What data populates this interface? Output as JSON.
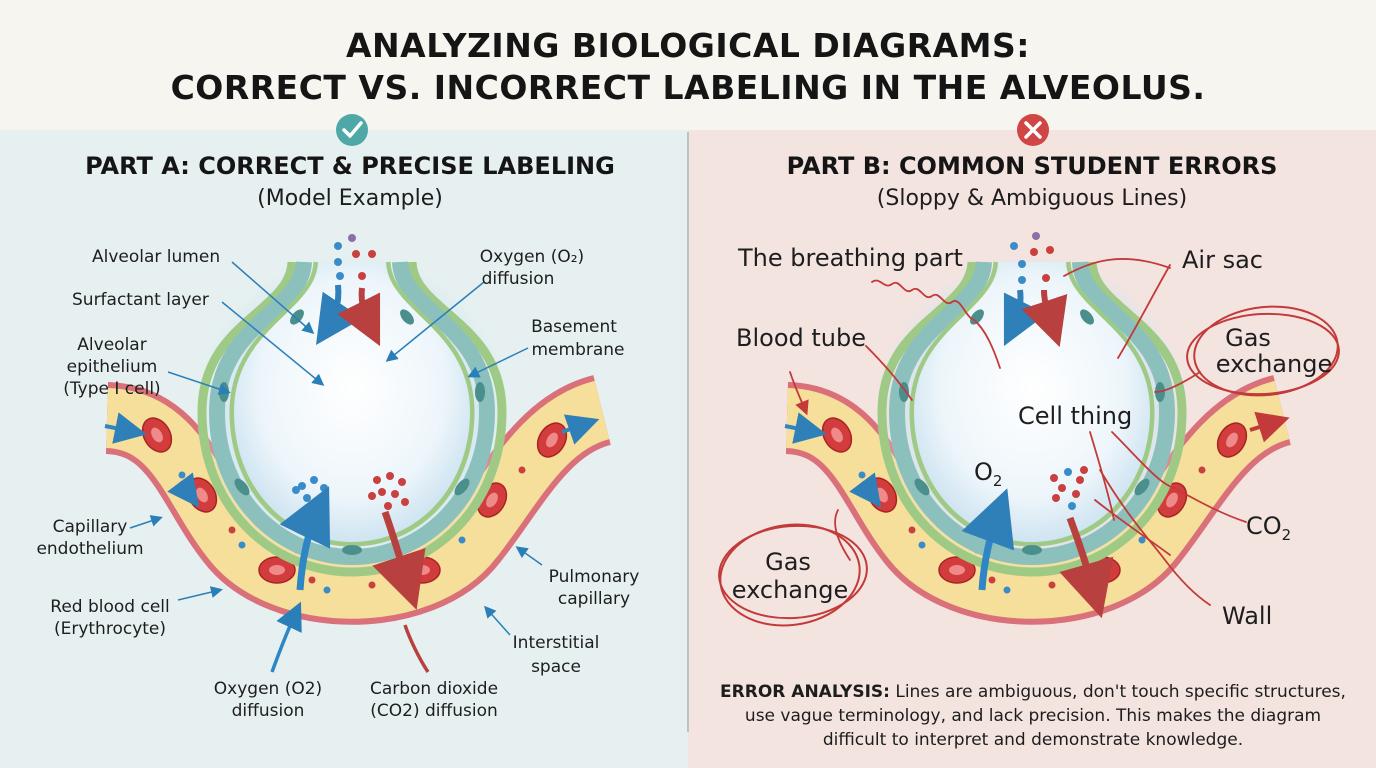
{
  "title": {
    "line1": "ANALYZING BIOLOGICAL DIAGRAMS:",
    "line2": "CORRECT VS. INCORRECT LABELING IN THE ALVEOLUS."
  },
  "colors": {
    "correct": "#3f9aa2",
    "incorrect": "#c8403f",
    "capillary_fill": "#f6df9a",
    "capillary_wall": "#d9707a",
    "epithelium_green": "#9fca85",
    "epithelium_teal": "#8cc0bc",
    "red_blood_cell": "#d23c3c",
    "oxygen_arrow": "#2f86c4",
    "co2_arrow": "#b8403f"
  },
  "panel_a": {
    "status_icon": "check-icon",
    "heading": "PART A: CORRECT & PRECISE LABELING",
    "subheading": "(Model Example)",
    "labels": {
      "alveolar_lumen": "Alveolar lumen",
      "surfactant_layer": "Surfactant layer",
      "alveolar_epithelium_1": "Alveolar",
      "alveolar_epithelium_2": "epithelium",
      "alveolar_epithelium_3": "(Type I cell)",
      "capillary_endothelium_1": "Capillary",
      "capillary_endothelium_2": "endothelium",
      "red_blood_cell_1": "Red blood cell",
      "red_blood_cell_2": "(Erythrocyte)",
      "oxygen_diffusion_bottom_1": "Oxygen (O2)",
      "oxygen_diffusion_bottom_2": "diffusion",
      "co2_diffusion_1": "Carbon dioxide",
      "co2_diffusion_2": "(CO2) diffusion",
      "oxygen_diffusion_top_1": "Oxygen (O₂)",
      "oxygen_diffusion_top_2": "diffusion",
      "basement_membrane_1": "Basement",
      "basement_membrane_2": "membrane",
      "pulmonary_capillary_1": "Pulmonary",
      "pulmonary_capillary_2": "capillary",
      "interstitial_space_1": "Interstitial",
      "interstitial_space_2": "space"
    }
  },
  "panel_b": {
    "status_icon": "x-icon",
    "heading": "PART B: COMMON STUDENT ERRORS",
    "subheading": "(Sloppy & Ambiguous Lines)",
    "labels": {
      "breathing_part": "The breathing part",
      "air_sac": "Air sac",
      "blood_tube": "Blood tube",
      "gas_exchange_top_1": "Gas",
      "gas_exchange_top_2": "exchange",
      "cell_thing": "Cell thing",
      "o2": "O",
      "o2_sub": "2",
      "co2": "CO",
      "co2_sub": "2",
      "gas_exchange_bottom_1": "Gas",
      "gas_exchange_bottom_2": "exchange",
      "wall": "Wall"
    },
    "error_analysis_label": "ERROR ANALYSIS:",
    "error_analysis_text": " Lines are ambiguous, don't touch specific structures, use vague terminology, and lack precision. This makes the diagram difficult to interpret and demonstrate knowledge."
  }
}
